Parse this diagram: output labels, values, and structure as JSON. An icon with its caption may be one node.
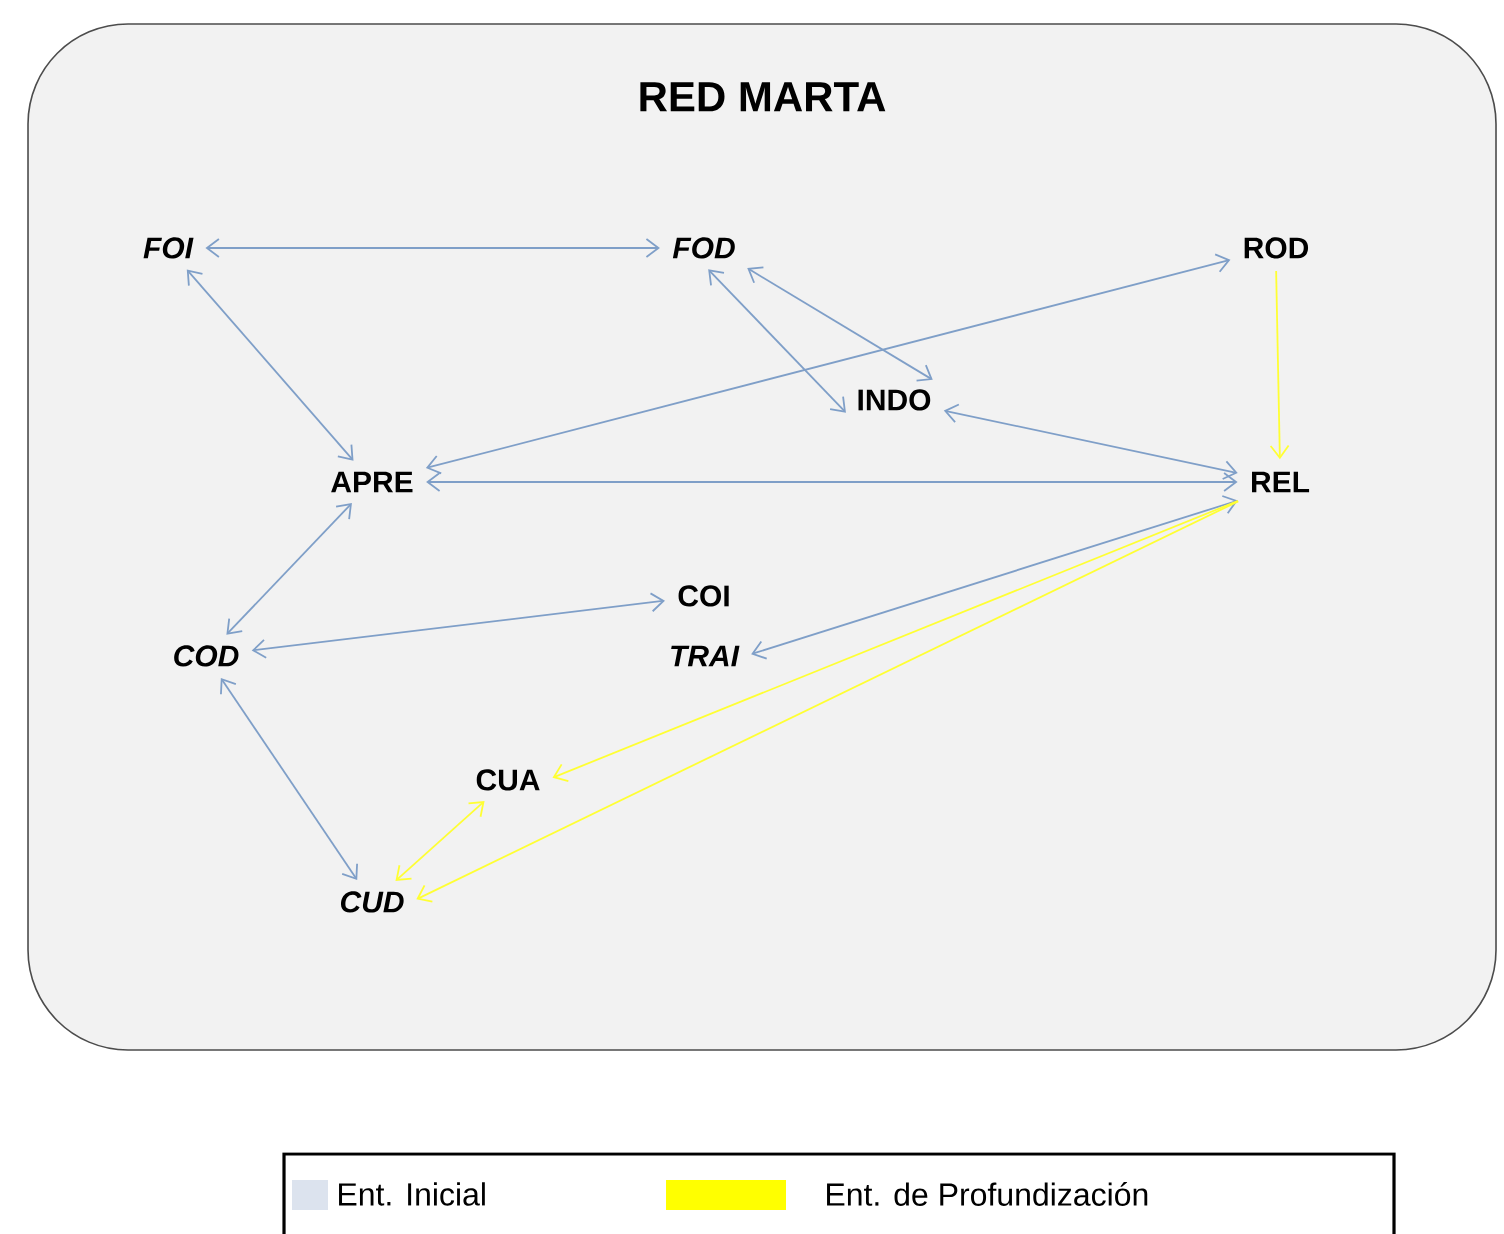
{
  "diagram": {
    "nodes": [
      {
        "text": [
          "RED MARTA"
        ]
      },
      {
        "text": [
          "FOI"
        ],
        "in": 0
      },
      {
        "text": [
          "FOD"
        ],
        "in": 0
      },
      {
        "text": [
          "ROD"
        ],
        "in": 0
      },
      {
        "text": [
          "INDO"
        ],
        "in": 0
      },
      {
        "text": [
          "APRE"
        ],
        "in": 0
      },
      {
        "text": [
          "REL"
        ],
        "in": 0
      },
      {
        "text": [
          "COI"
        ],
        "in": 0
      },
      {
        "text": [
          "COD"
        ],
        "in": 0
      },
      {
        "text": [
          "TRAI"
        ],
        "in": 0
      },
      {
        "text": [
          "CUA"
        ],
        "in": 0
      },
      {
        "text": [
          "CUD"
        ],
        "in": 0
      }
    ],
    "edges": [
      {
        "from": 1,
        "to": 2,
        "arrow": "both"
      },
      {
        "from": 1,
        "to": 5,
        "arrow": "both"
      },
      {
        "from": 5,
        "to": 3,
        "arrow": "both"
      },
      {
        "from": 2,
        "to": 4,
        "arrow": "both"
      },
      {
        "from": 2,
        "to": 4,
        "arrow": "both"
      },
      {
        "from": 4,
        "to": 6,
        "arrow": "both"
      },
      {
        "from": 5,
        "to": 6,
        "arrow": "both"
      },
      {
        "from": 3,
        "to": 6,
        "arrow": "to",
        "color": "#ffff33"
      },
      {
        "from": 5,
        "to": 8,
        "arrow": "both"
      },
      {
        "from": 8,
        "to": 7,
        "arrow": "both"
      },
      {
        "from": 6,
        "to": 9,
        "arrow": "both"
      },
      {
        "from": 6,
        "to": 10,
        "arrow": "to",
        "color": "#ffff33"
      },
      {
        "from": 6,
        "to": 11,
        "arrow": "to",
        "color": "#ffff33"
      },
      {
        "from": 10,
        "to": 11,
        "arrow": "both",
        "color": "#ffff33"
      },
      {
        "from": 8,
        "to": 11,
        "arrow": "both"
      }
    ],
    "legend": [
      {
        "text": "Ent. Inicial",
        "color": "#dce3ee"
      },
      {
        "text": "Ent. de Profundización",
        "color": "#ffff00"
      }
    ]
  }
}
